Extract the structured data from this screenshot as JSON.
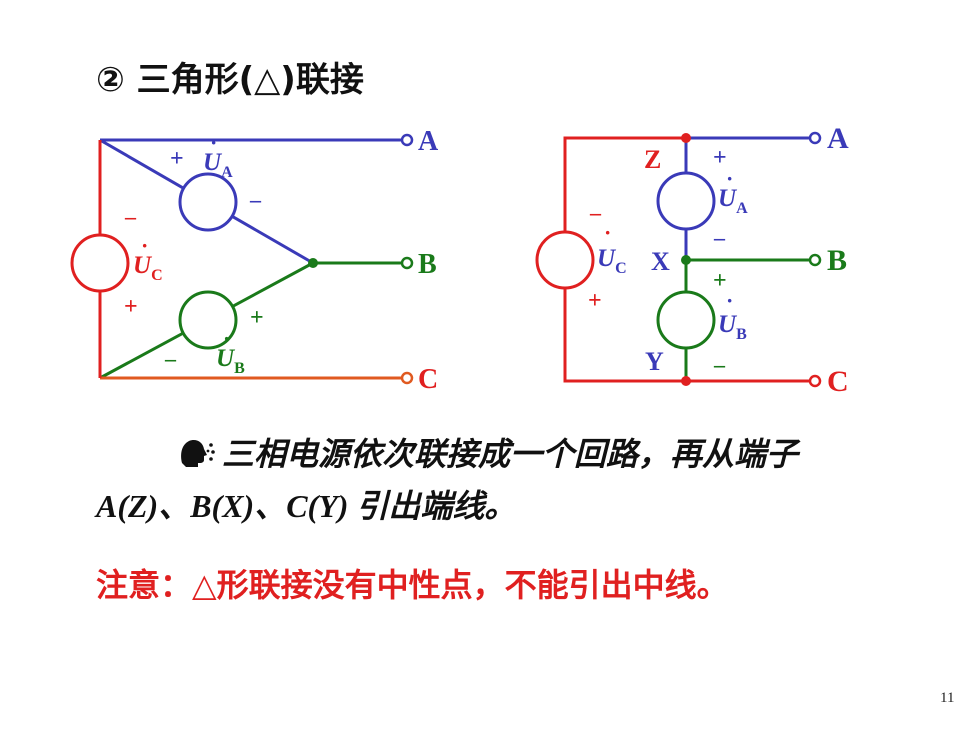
{
  "title": "② 三角形(△)联接",
  "colors": {
    "phaseA": "#3a3ab8",
    "phaseB": "#1a7a1a",
    "phaseC": "#e02020",
    "wireC": "#e05a20",
    "node_red": "#e02020"
  },
  "left_diagram": {
    "terminals": {
      "a": "A",
      "b": "B",
      "c": "C"
    },
    "sources": {
      "ua": {
        "name": "U",
        "sub": "A",
        "plus": "+",
        "minus": "–"
      },
      "ub": {
        "name": "U",
        "sub": "B",
        "plus": "+",
        "minus": "–"
      },
      "uc": {
        "name": "U",
        "sub": "C",
        "plus": "+",
        "minus": "–"
      }
    }
  },
  "right_diagram": {
    "terminals": {
      "a": "A",
      "b": "B",
      "c": "C"
    },
    "nodes": {
      "z": "Z",
      "x": "X",
      "y": "Y"
    },
    "sources": {
      "ua": {
        "name": "U",
        "sub": "A",
        "plus": "+",
        "minus": "–"
      },
      "ub": {
        "name": "U",
        "sub": "B",
        "plus": "+",
        "minus": "–"
      },
      "uc": {
        "name": "U",
        "sub": "C",
        "plus": "+",
        "minus": "–"
      }
    }
  },
  "paragraph": {
    "bullet_icon": "speaking-head-icon",
    "line1": "三相电源依次联接成一个回路，再从端子",
    "line2": "A(Z)、B(X)、C(Y) 引出端线。"
  },
  "note": "注意：△形联接没有中性点，不能引出中线。",
  "page_number": "11"
}
